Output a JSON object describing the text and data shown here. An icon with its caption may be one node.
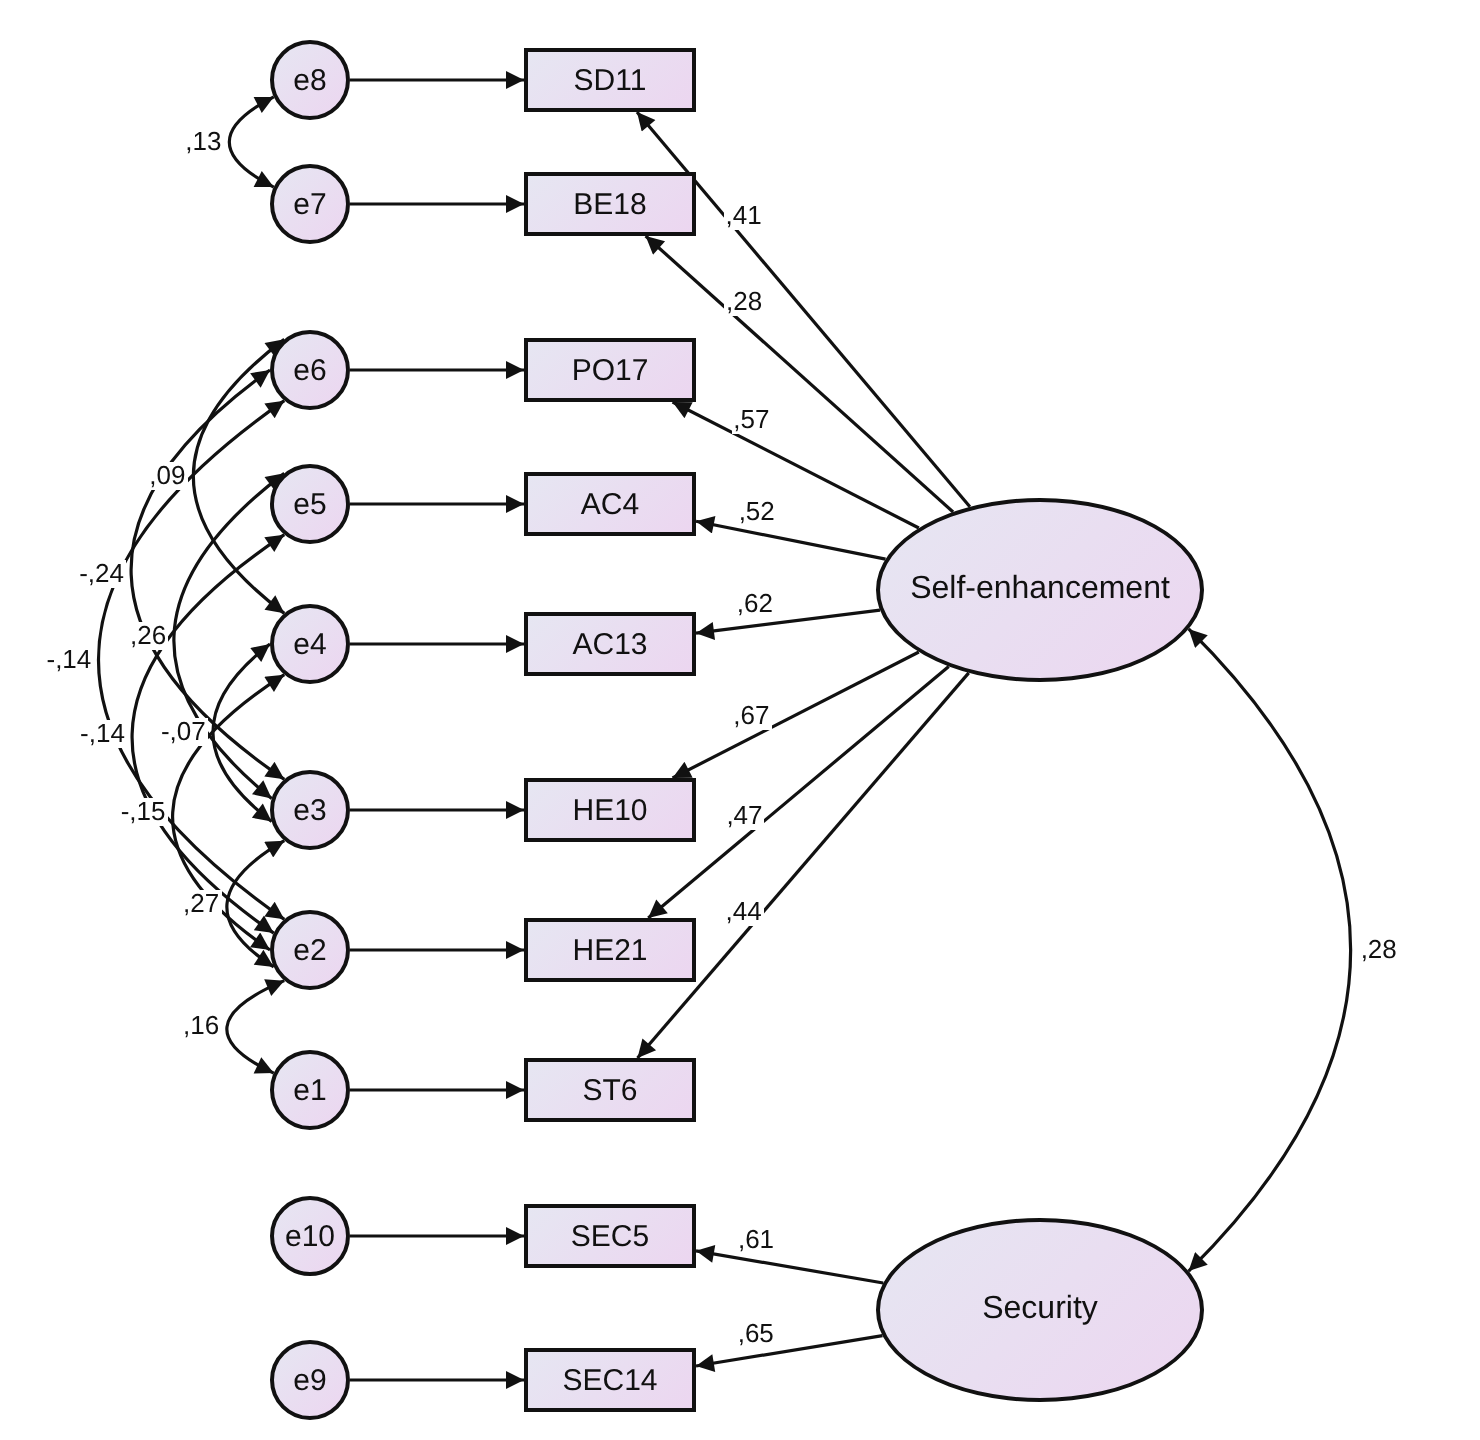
{
  "diagram": {
    "nodes": [
      {
        "text": [
          "e8"
        ]
      },
      {
        "text": [
          "e7"
        ]
      },
      {
        "text": [
          "e6"
        ]
      },
      {
        "text": [
          "e5"
        ]
      },
      {
        "text": [
          "e4"
        ]
      },
      {
        "text": [
          "e3"
        ]
      },
      {
        "text": [
          "e2"
        ]
      },
      {
        "text": [
          "e1"
        ]
      },
      {
        "text": [
          "e10"
        ]
      },
      {
        "text": [
          "e9"
        ]
      },
      {
        "text": [
          "SD11"
        ]
      },
      {
        "text": [
          "BE18"
        ]
      },
      {
        "text": [
          "PO17"
        ]
      },
      {
        "text": [
          "AC4"
        ]
      },
      {
        "text": [
          "AC13"
        ]
      },
      {
        "text": [
          "HE10"
        ]
      },
      {
        "text": [
          "HE21"
        ]
      },
      {
        "text": [
          "ST6"
        ]
      },
      {
        "text": [
          "SEC5"
        ]
      },
      {
        "text": [
          "SEC14"
        ]
      },
      {
        "text": [
          "Self-enhancement"
        ]
      },
      {
        "text": [
          "Security"
        ]
      }
    ],
    "edges": [
      {
        "from": 0,
        "to": 10,
        "arrow": "to"
      },
      {
        "from": 1,
        "to": 11,
        "arrow": "to"
      },
      {
        "from": 2,
        "to": 12,
        "arrow": "to"
      },
      {
        "from": 3,
        "to": 13,
        "arrow": "to"
      },
      {
        "from": 4,
        "to": 14,
        "arrow": "to"
      },
      {
        "from": 5,
        "to": 15,
        "arrow": "to"
      },
      {
        "from": 6,
        "to": 16,
        "arrow": "to"
      },
      {
        "from": 7,
        "to": 17,
        "arrow": "to"
      },
      {
        "from": 8,
        "to": 18,
        "arrow": "to"
      },
      {
        "from": 9,
        "to": 19,
        "arrow": "to"
      },
      {
        "from": 20,
        "to": 10,
        "arrow": "to",
        "label": ",41"
      },
      {
        "from": 20,
        "to": 11,
        "arrow": "to",
        "label": ",28"
      },
      {
        "from": 20,
        "to": 12,
        "arrow": "to",
        "label": ",57"
      },
      {
        "from": 20,
        "to": 13,
        "arrow": "to",
        "label": ",52"
      },
      {
        "from": 20,
        "to": 14,
        "arrow": "to",
        "label": ",62"
      },
      {
        "from": 20,
        "to": 15,
        "arrow": "to",
        "label": ",67"
      },
      {
        "from": 20,
        "to": 16,
        "arrow": "to",
        "label": ",47"
      },
      {
        "from": 20,
        "to": 17,
        "arrow": "to",
        "label": ",44"
      },
      {
        "from": 21,
        "to": 18,
        "arrow": "to",
        "label": ",61"
      },
      {
        "from": 21,
        "to": 19,
        "arrow": "to",
        "label": ",65"
      },
      {
        "from": 20,
        "to": 21,
        "arrow": "both",
        "label": ",28"
      },
      {
        "from": 0,
        "to": 1,
        "arrow": "both",
        "label": ",13"
      },
      {
        "from": 2,
        "to": 4,
        "arrow": "both",
        "label": ",09"
      },
      {
        "from": 2,
        "to": 5,
        "arrow": "both",
        "label": "-,24"
      },
      {
        "from": 2,
        "to": 6,
        "arrow": "both",
        "label": "-,14"
      },
      {
        "from": 3,
        "to": 5,
        "arrow": "both",
        "label": ",26"
      },
      {
        "from": 3,
        "to": 6,
        "arrow": "both",
        "label": "-,14"
      },
      {
        "from": 4,
        "to": 6,
        "arrow": "both",
        "label": "-,15"
      },
      {
        "from": 4,
        "to": 5,
        "arrow": "both",
        "label": "-,07"
      },
      {
        "from": 5,
        "to": 6,
        "arrow": "both",
        "label": ",27"
      },
      {
        "from": 6,
        "to": 7,
        "arrow": "both",
        "label": ",16"
      }
    ]
  }
}
